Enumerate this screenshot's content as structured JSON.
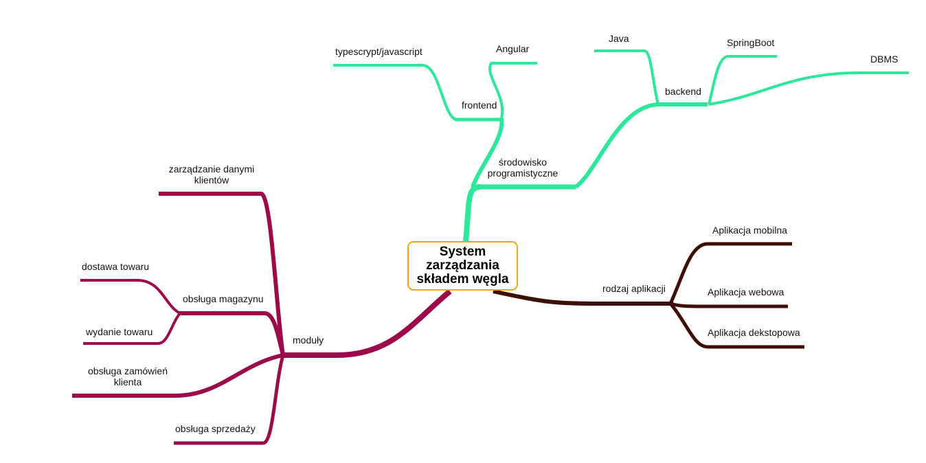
{
  "center": {
    "line1": "System",
    "line2": "zarządzania",
    "line3": "składem  węgla"
  },
  "colors": {
    "green": "#2be89a",
    "maroon": "#9c0a4b",
    "brown": "#3d0f05",
    "center_border": "#f2a515"
  },
  "branches": {
    "srodowisko": {
      "label_line1": "środowisko",
      "label_line2": "programistyczne",
      "frontend": {
        "label": "frontend",
        "children": [
          "typescrypt/javascript",
          "Angular"
        ]
      },
      "backend": {
        "label": "backend",
        "children": [
          "Java",
          "SpringBoot",
          "DBMS"
        ]
      }
    },
    "moduly": {
      "label": "moduły",
      "zarzadzanie_line1": "zarządzanie  danymi",
      "zarzadzanie_line2": "klientów",
      "magazyn": {
        "label": "obsługa magazynu",
        "children": [
          "dostawa towaru",
          "wydanie towaru"
        ]
      },
      "zamowien_line1": "obsługa  zamówień",
      "zamowien_line2": "klienta",
      "sprzedazy": "obsługa sprzedaży"
    },
    "rodzaj": {
      "label": "rodzaj aplikacji",
      "children": [
        "Aplikacja mobilna",
        "Aplikacja webowa",
        "Aplikacja dekstopowa"
      ]
    }
  }
}
